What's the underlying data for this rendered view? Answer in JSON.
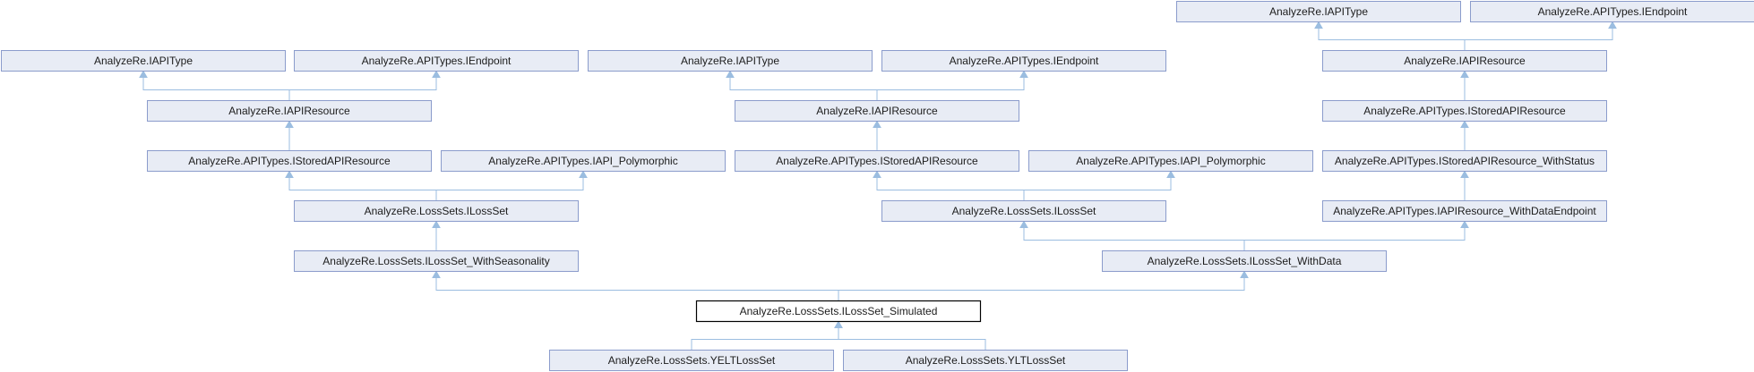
{
  "diagram": {
    "nodes": [
      {
        "id": "n1",
        "label": "AnalyzeRe.IAPIType"
      },
      {
        "id": "n2",
        "label": "AnalyzeRe.APITypes.IEndpoint"
      },
      {
        "id": "n3",
        "label": "AnalyzeRe.IAPIType"
      },
      {
        "id": "n4",
        "label": "AnalyzeRe.APITypes.IEndpoint"
      },
      {
        "id": "n5",
        "label": "AnalyzeRe.IAPIType"
      },
      {
        "id": "n6",
        "label": "AnalyzeRe.APITypes.IEndpoint"
      },
      {
        "id": "n7",
        "label": "AnalyzeRe.IAPIResource"
      },
      {
        "id": "n8",
        "label": "AnalyzeRe.IAPIResource"
      },
      {
        "id": "n9",
        "label": "AnalyzeRe.IAPIResource"
      },
      {
        "id": "n10",
        "label": "AnalyzeRe.APITypes.IStoredAPIResource"
      },
      {
        "id": "n11",
        "label": "AnalyzeRe.APITypes.IStoredAPIResource"
      },
      {
        "id": "n12",
        "label": "AnalyzeRe.APITypes.IAPI_Polymorphic"
      },
      {
        "id": "n13",
        "label": "AnalyzeRe.APITypes.IStoredAPIResource"
      },
      {
        "id": "n14",
        "label": "AnalyzeRe.APITypes.IAPI_Polymorphic"
      },
      {
        "id": "n15",
        "label": "AnalyzeRe.APITypes.IStoredAPIResource_WithStatus"
      },
      {
        "id": "n16",
        "label": "AnalyzeRe.LossSets.ILossSet"
      },
      {
        "id": "n17",
        "label": "AnalyzeRe.LossSets.ILossSet"
      },
      {
        "id": "n18",
        "label": "AnalyzeRe.APITypes.IAPIResource_WithDataEndpoint"
      },
      {
        "id": "n19",
        "label": "AnalyzeRe.LossSets.ILossSet_WithSeasonality"
      },
      {
        "id": "n20",
        "label": "AnalyzeRe.LossSets.ILossSet_WithData"
      },
      {
        "id": "n21",
        "label": "AnalyzeRe.LossSets.ILossSet_Simulated",
        "current": true
      },
      {
        "id": "n22",
        "label": "AnalyzeRe.LossSets.YELTLossSet"
      },
      {
        "id": "n23",
        "label": "AnalyzeRe.LossSets.YLTLossSet"
      }
    ],
    "edges": [
      {
        "from": "n1",
        "to": "n9"
      },
      {
        "from": "n2",
        "to": "n9"
      },
      {
        "from": "n9",
        "to": "n15"
      },
      {
        "from": "n15",
        "to": "n18"
      },
      {
        "from": "n3",
        "to": "n7"
      },
      {
        "from": "n4",
        "to": "n7"
      },
      {
        "from": "n7",
        "to": "n10"
      },
      {
        "from": "n10",
        "to": "n16"
      },
      {
        "from": "n12",
        "to": "n16"
      },
      {
        "from": "n5",
        "to": "n8"
      },
      {
        "from": "n6",
        "to": "n8"
      },
      {
        "from": "n8",
        "to": "n13"
      },
      {
        "from": "n13",
        "to": "n17"
      },
      {
        "from": "n14",
        "to": "n17"
      },
      {
        "from": "n16",
        "to": "n19"
      },
      {
        "from": "n17",
        "to": "n20"
      },
      {
        "from": "n18",
        "to": "n20"
      },
      {
        "from": "n19",
        "to": "n21"
      },
      {
        "from": "n20",
        "to": "n21"
      },
      {
        "from": "n21",
        "to": "n22"
      },
      {
        "from": "n21",
        "to": "n23"
      }
    ]
  }
}
